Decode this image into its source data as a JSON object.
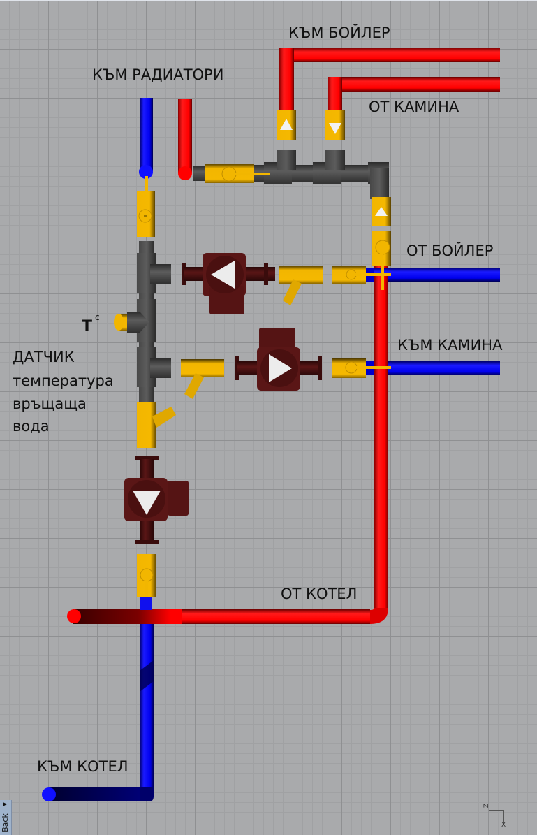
{
  "labels": {
    "to_radiators": "КЪМ РАДИАТОРИ",
    "to_boiler_tank": "КЪМ БОЙЛЕР",
    "from_fireplace": "ОТ КАМИНА",
    "from_boiler_tank": "ОТ БОЙЛЕР",
    "to_fireplace": "КЪМ КАМИНА",
    "from_boiler": "ОТ КОТЕЛ",
    "to_boiler": "КЪМ КОТЕЛ",
    "sensor_line1": "ДАТЧИК",
    "sensor_line2": "температура",
    "sensor_line3": "връщаща",
    "sensor_line4": "вода",
    "sensor_symbol": "T",
    "sensor_unit": "c"
  },
  "ui": {
    "back_label": "Back",
    "back_arrow": "▶",
    "axis_z": "Z",
    "axis_x": "X"
  },
  "components": {
    "pumps": [
      {
        "id": "pump-boiler-tank",
        "direction": "left"
      },
      {
        "id": "pump-fireplace",
        "direction": "right"
      },
      {
        "id": "pump-radiators",
        "direction": "down"
      }
    ],
    "check_valves": [
      {
        "id": "check-valve-to-boiler-tank",
        "direction": "up"
      },
      {
        "id": "check-valve-from-fireplace",
        "direction": "down"
      },
      {
        "id": "check-valve-riser",
        "direction": "up"
      }
    ]
  },
  "colors": {
    "hot": "#ff0000",
    "cold": "#0000ff",
    "brass": "#f2b600",
    "fitting": "#5a5a5a",
    "pump": "#5a1616",
    "background": "#a9aaac"
  }
}
